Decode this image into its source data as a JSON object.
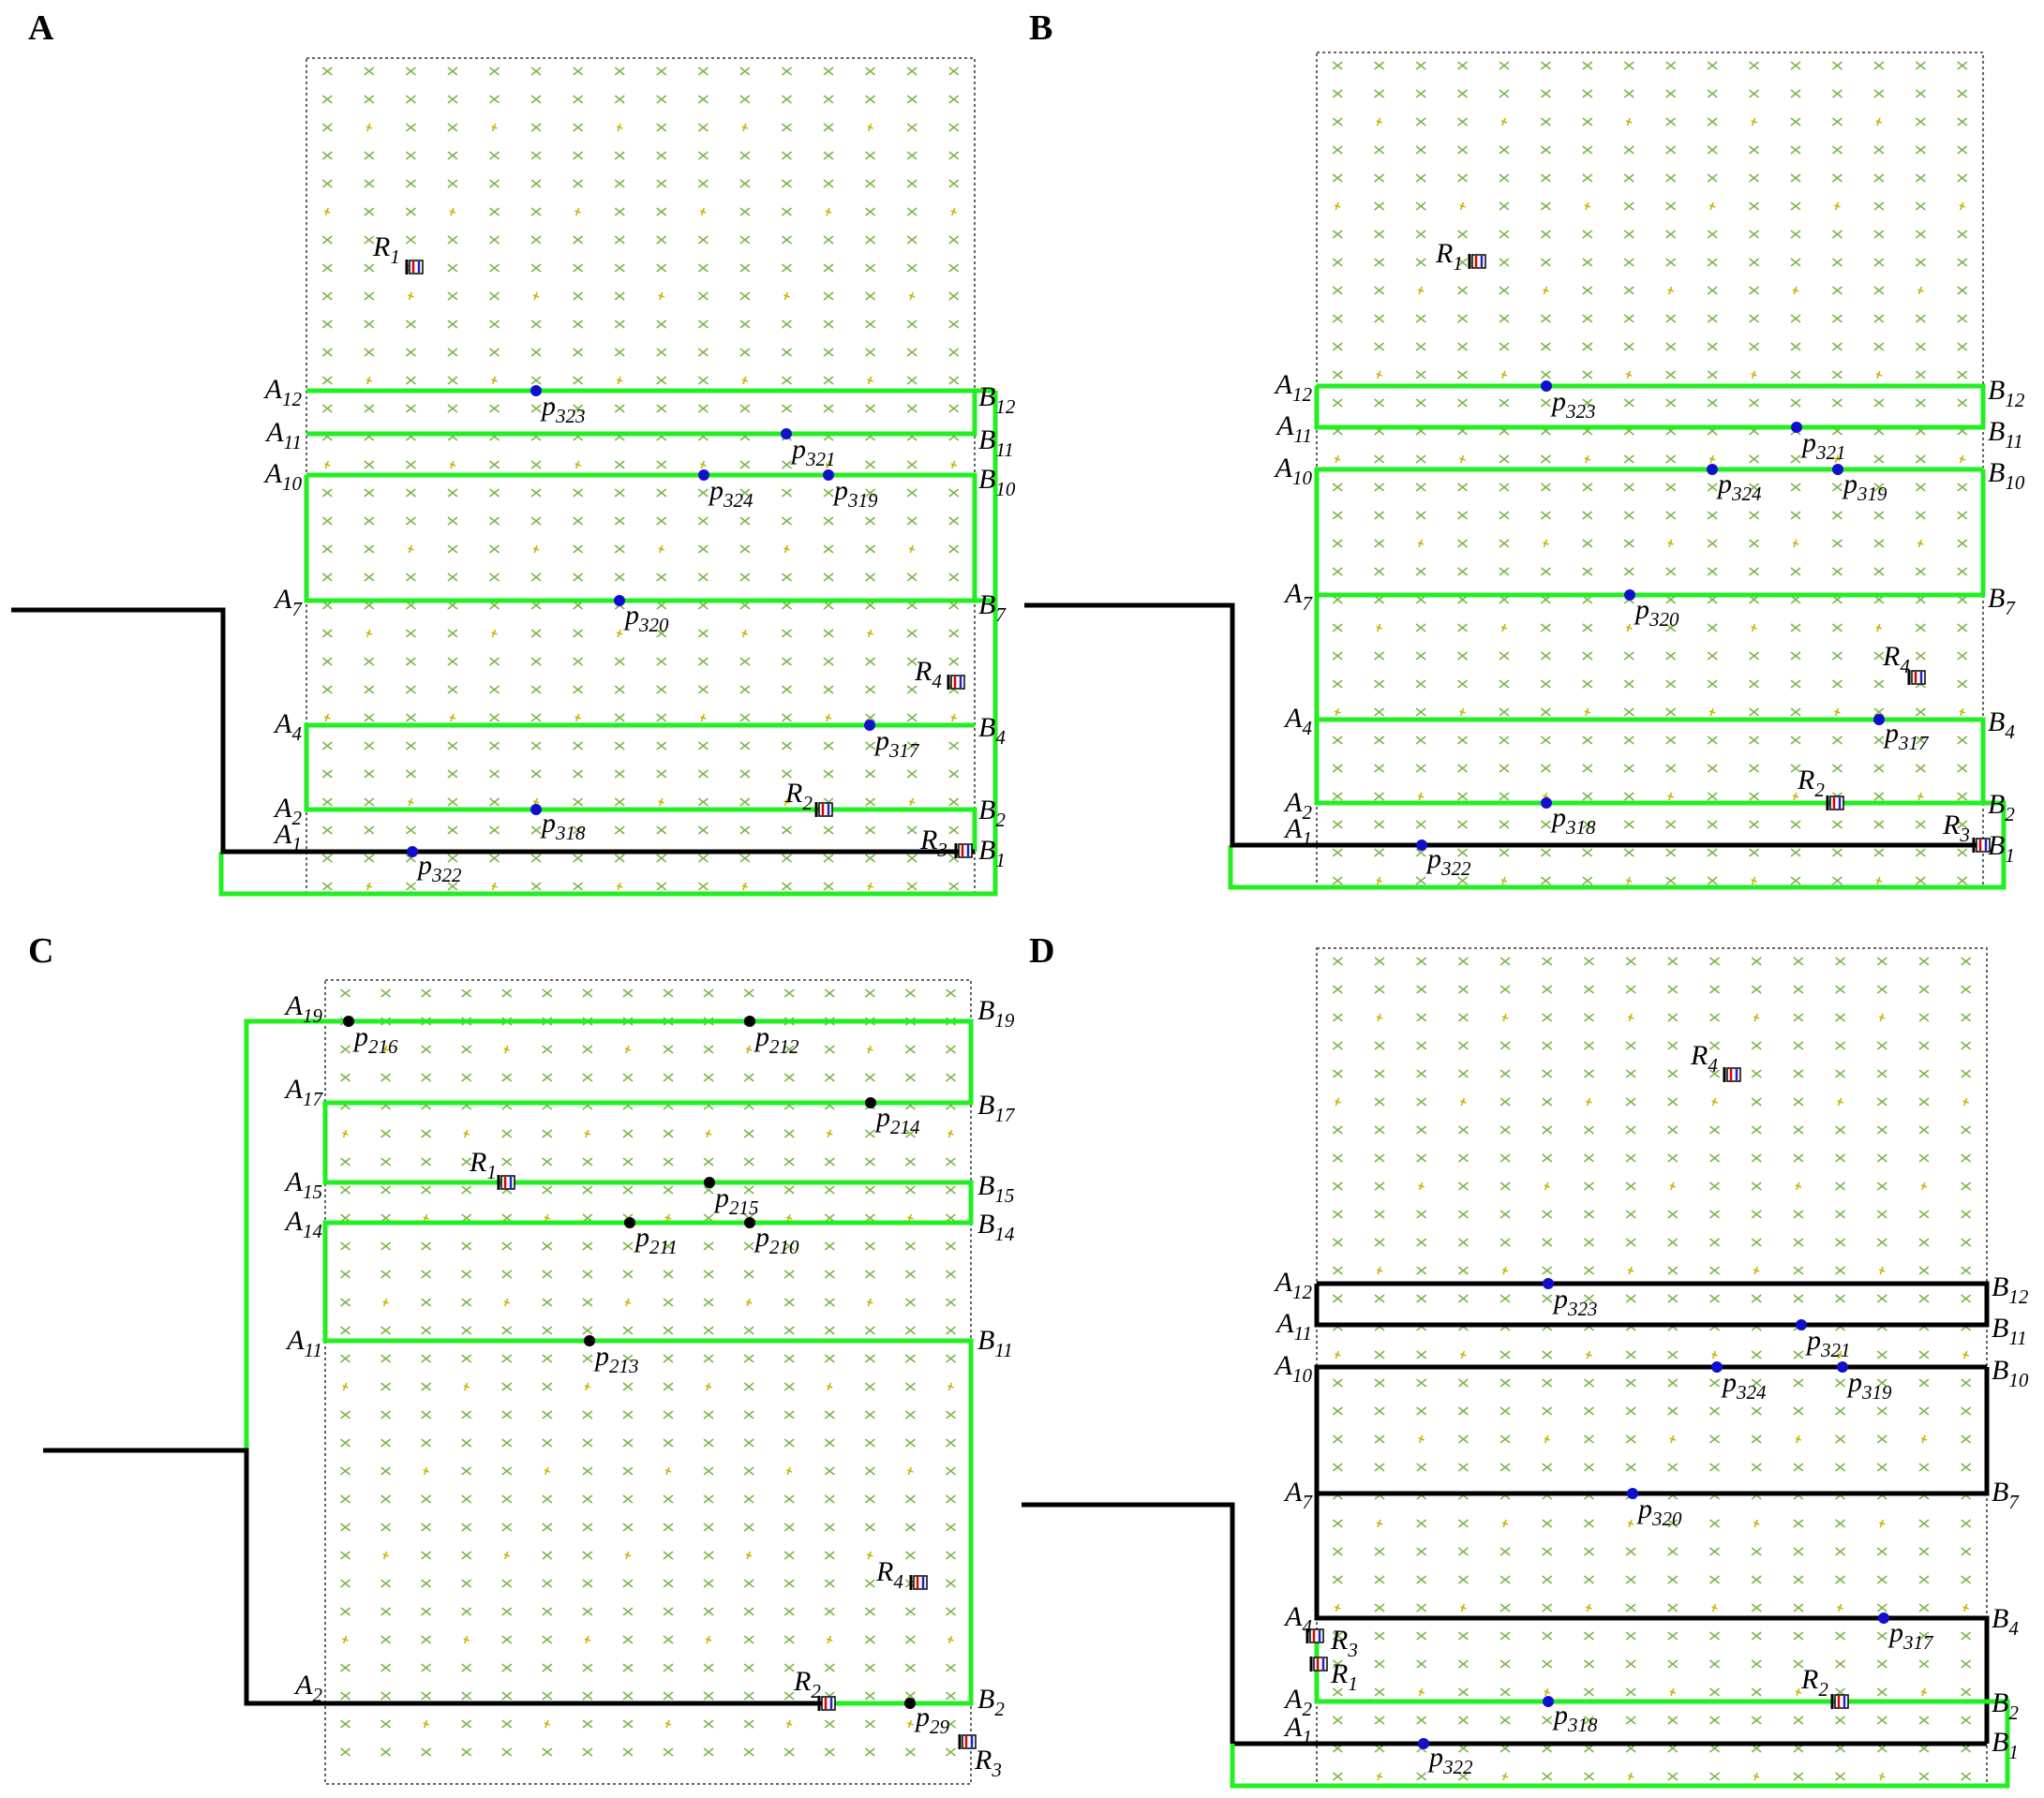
{
  "colors": {
    "visited": "#22ee22",
    "travel": "#000000",
    "task_blue": "#1010cc",
    "task_black": "#000000",
    "plant": "#7ab648",
    "seedling": "#c8b400"
  },
  "panels": [
    {
      "id": "A",
      "label": "A",
      "robots": [
        {
          "name": "R",
          "sub": "1"
        },
        {
          "name": "R",
          "sub": "4"
        },
        {
          "name": "R",
          "sub": "2"
        },
        {
          "name": "R",
          "sub": "3"
        }
      ],
      "rows": [
        {
          "a": "A",
          "as": "12",
          "b": "B",
          "bs": "12"
        },
        {
          "a": "A",
          "as": "11",
          "b": "B",
          "bs": "11"
        },
        {
          "a": "A",
          "as": "10",
          "b": "B",
          "bs": "10"
        },
        {
          "a": "A",
          "as": "7",
          "b": "B",
          "bs": "7"
        },
        {
          "a": "A",
          "as": "4",
          "b": "B",
          "bs": "4"
        },
        {
          "a": "A",
          "as": "2",
          "b": "B",
          "bs": "2"
        },
        {
          "a": "A",
          "as": "1",
          "b": "B",
          "bs": "1"
        }
      ],
      "tasks": [
        {
          "name": "p",
          "sub": "323"
        },
        {
          "name": "p",
          "sub": "321"
        },
        {
          "name": "p",
          "sub": "324"
        },
        {
          "name": "p",
          "sub": "319"
        },
        {
          "name": "p",
          "sub": "320"
        },
        {
          "name": "p",
          "sub": "317"
        },
        {
          "name": "p",
          "sub": "318"
        },
        {
          "name": "p",
          "sub": "322"
        }
      ]
    },
    {
      "id": "B",
      "label": "B",
      "robots": [
        {
          "name": "R",
          "sub": "1"
        },
        {
          "name": "R",
          "sub": "4"
        },
        {
          "name": "R",
          "sub": "2"
        },
        {
          "name": "R",
          "sub": "3"
        }
      ],
      "rows": [
        {
          "a": "A",
          "as": "12",
          "b": "B",
          "bs": "12"
        },
        {
          "a": "A",
          "as": "11",
          "b": "B",
          "bs": "11"
        },
        {
          "a": "A",
          "as": "10",
          "b": "B",
          "bs": "10"
        },
        {
          "a": "A",
          "as": "7",
          "b": "B",
          "bs": "7"
        },
        {
          "a": "A",
          "as": "4",
          "b": "B",
          "bs": "4"
        },
        {
          "a": "A",
          "as": "2",
          "b": "B",
          "bs": "2"
        },
        {
          "a": "A",
          "as": "1",
          "b": "B",
          "bs": "1"
        }
      ],
      "tasks": [
        {
          "name": "p",
          "sub": "323"
        },
        {
          "name": "p",
          "sub": "321"
        },
        {
          "name": "p",
          "sub": "324"
        },
        {
          "name": "p",
          "sub": "319"
        },
        {
          "name": "p",
          "sub": "320"
        },
        {
          "name": "p",
          "sub": "317"
        },
        {
          "name": "p",
          "sub": "318"
        },
        {
          "name": "p",
          "sub": "322"
        }
      ]
    },
    {
      "id": "C",
      "label": "C",
      "robots": [
        {
          "name": "R",
          "sub": "1"
        },
        {
          "name": "R",
          "sub": "4"
        },
        {
          "name": "R",
          "sub": "2"
        },
        {
          "name": "R",
          "sub": "3"
        }
      ],
      "rows": [
        {
          "a": "A",
          "as": "19",
          "b": "B",
          "bs": "19"
        },
        {
          "a": "A",
          "as": "17",
          "b": "B",
          "bs": "17"
        },
        {
          "a": "A",
          "as": "15",
          "b": "B",
          "bs": "15"
        },
        {
          "a": "A",
          "as": "14",
          "b": "B",
          "bs": "14"
        },
        {
          "a": "A",
          "as": "11",
          "b": "B",
          "bs": "11"
        },
        {
          "a": "A",
          "as": "2",
          "b": "B",
          "bs": "2"
        }
      ],
      "tasks": [
        {
          "name": "p",
          "sub": "216"
        },
        {
          "name": "p",
          "sub": "212"
        },
        {
          "name": "p",
          "sub": "214"
        },
        {
          "name": "p",
          "sub": "215"
        },
        {
          "name": "p",
          "sub": "211"
        },
        {
          "name": "p",
          "sub": "210"
        },
        {
          "name": "p",
          "sub": "213"
        },
        {
          "name": "p",
          "sub": "29"
        }
      ]
    },
    {
      "id": "D",
      "label": "D",
      "robots": [
        {
          "name": "R",
          "sub": "4"
        },
        {
          "name": "R",
          "sub": "3"
        },
        {
          "name": "R",
          "sub": "1"
        },
        {
          "name": "R",
          "sub": "2"
        }
      ],
      "rows": [
        {
          "a": "A",
          "as": "12",
          "b": "B",
          "bs": "12"
        },
        {
          "a": "A",
          "as": "11",
          "b": "B",
          "bs": "11"
        },
        {
          "a": "A",
          "as": "10",
          "b": "B",
          "bs": "10"
        },
        {
          "a": "A",
          "as": "7",
          "b": "B",
          "bs": "7"
        },
        {
          "a": "A",
          "as": "4",
          "b": "B",
          "bs": "4"
        },
        {
          "a": "A",
          "as": "2",
          "b": "B",
          "bs": "2"
        },
        {
          "a": "A",
          "as": "1",
          "b": "B",
          "bs": "1"
        }
      ],
      "tasks": [
        {
          "name": "p",
          "sub": "323"
        },
        {
          "name": "p",
          "sub": "321"
        },
        {
          "name": "p",
          "sub": "324"
        },
        {
          "name": "p",
          "sub": "319"
        },
        {
          "name": "p",
          "sub": "320"
        },
        {
          "name": "p",
          "sub": "317"
        },
        {
          "name": "p",
          "sub": "318"
        },
        {
          "name": "p",
          "sub": "322"
        }
      ]
    }
  ]
}
